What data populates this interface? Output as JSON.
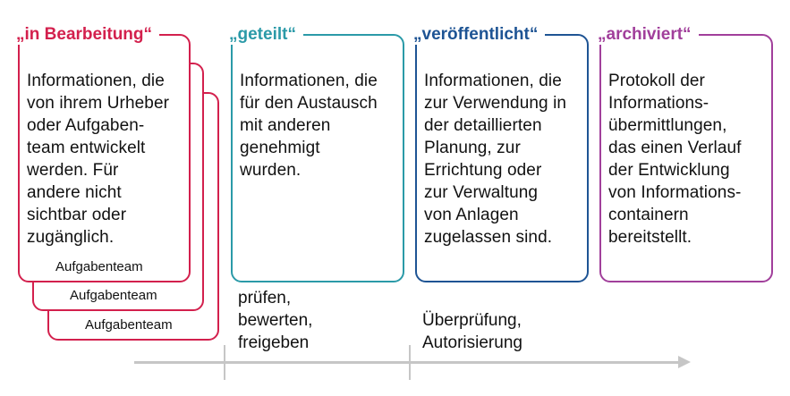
{
  "colors": {
    "in_bearbeitung": "#d3204d",
    "geteilt": "#2b9aa8",
    "veroeffentlicht": "#1e5494",
    "archiviert": "#a13f9b",
    "timeline": "#c6c6c6",
    "text": "#111111"
  },
  "states": [
    {
      "title": "„in Bearbeitung“",
      "body": "Informationen, die von ihrem Urheber oder Aufgaben-team entwickelt werden. Für andere nicht sichtbar oder zugänglich.",
      "body_lines": [
        "Informationen, die",
        "von ihrem Urheber",
        "oder Aufgaben-",
        "team entwickelt",
        "werden. Für",
        "andere nicht",
        "sichtbar oder",
        "zugänglich."
      ],
      "teams": [
        "Aufgabenteam",
        "Aufgabenteam",
        "Aufgabenteam"
      ]
    },
    {
      "title": "„geteilt“",
      "body_lines": [
        "Informationen, die",
        "für den Austausch",
        "mit anderen",
        "genehmigt",
        "wurden."
      ]
    },
    {
      "title": "„veröffentlicht“",
      "body_lines": [
        "Informationen, die",
        "zur Verwendung in",
        "der detaillierten",
        "Planung, zur",
        "Errichtung oder",
        "zur Verwaltung",
        "von Anlagen",
        "zugelassen sind."
      ]
    },
    {
      "title": "„archiviert“",
      "body_lines": [
        "Protokoll der",
        "Informations-",
        "übermittlungen,",
        "das einen Verlauf",
        "der Entwicklung",
        "von Informations-",
        "containern",
        "bereitstellt."
      ]
    }
  ],
  "transitions": [
    {
      "lines": [
        "prüfen,",
        "bewerten,",
        "freigeben"
      ]
    },
    {
      "lines": [
        "Überprüfung,",
        "Autorisierung"
      ]
    }
  ]
}
